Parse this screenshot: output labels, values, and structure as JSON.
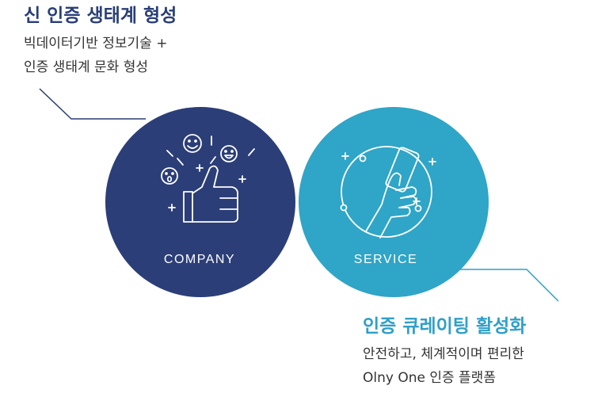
{
  "company": {
    "title": "신 인증 생태계 형성",
    "desc_line1": "빅데이터기반 정보기술 +",
    "desc_line2": "인증 생태계 문화 형성",
    "circle_label": "COMPANY",
    "color": "#2b3e78"
  },
  "service": {
    "title": "인증 큐레이팅 활성화",
    "desc_line1": "안전하고, 체계적이며 편리한",
    "desc_line2": "Olny One 인증 플랫폼",
    "circle_label": "SERVICE",
    "color": "#2fa5c8"
  },
  "overlap_color": "#0a2a5c",
  "icons": {
    "company": "thumbs-up-emoji-icon",
    "service": "hand-holding-phone-icon"
  }
}
